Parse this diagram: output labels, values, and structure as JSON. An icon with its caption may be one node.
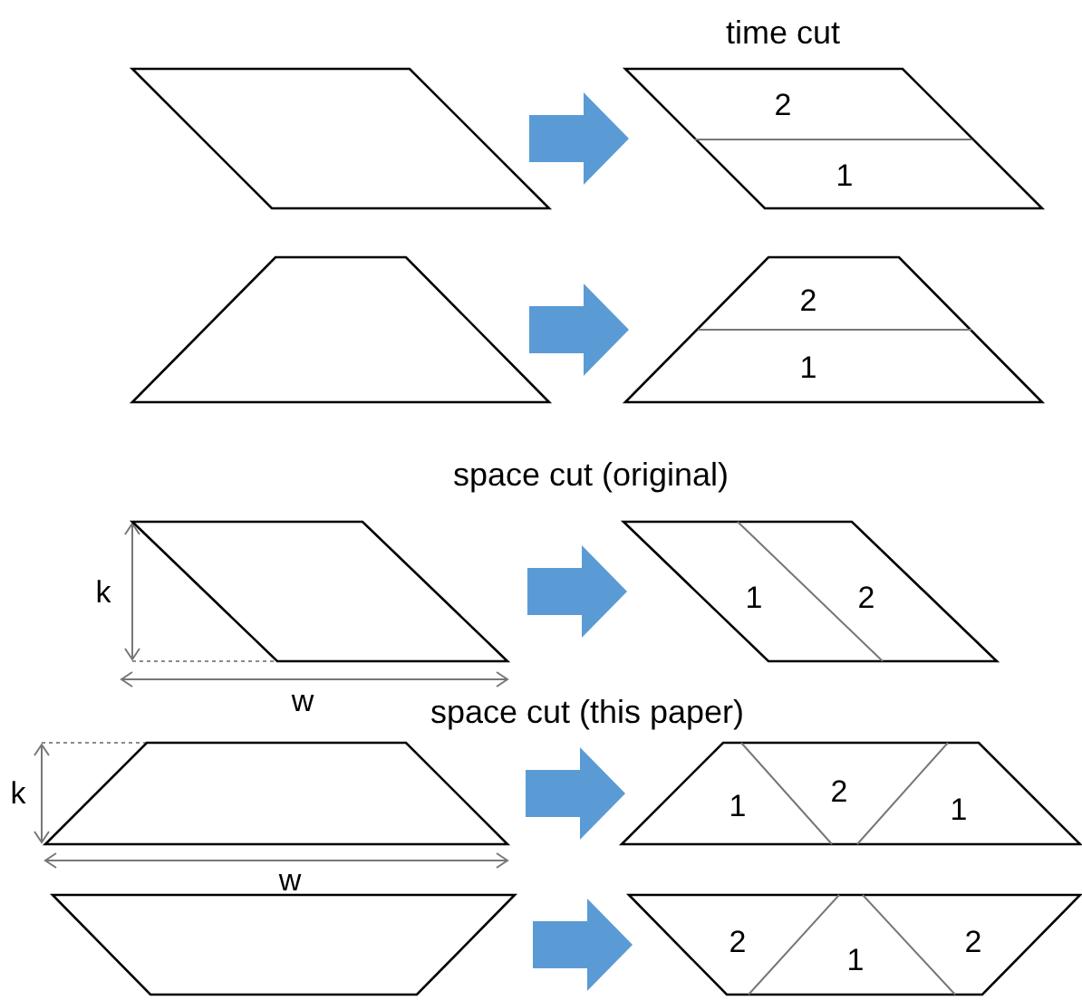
{
  "diagram": {
    "nodes": [
      {
        "text": [],
        "shape": "parallelogram"
      },
      {
        "text": [
          "2",
          "1"
        ]
      },
      {
        "text": [],
        "shape": "trapezoid"
      },
      {
        "text": [
          "2",
          "1"
        ]
      },
      {
        "text": [],
        "shape": "parallelogram"
      },
      {
        "text": [
          "1",
          "2"
        ]
      },
      {
        "text": [],
        "shape": "trapezoid"
      },
      {
        "text": [
          "1",
          "2",
          "1"
        ]
      },
      {
        "text": [],
        "shape": "trapezoid"
      },
      {
        "text": [
          "2",
          "1",
          "2"
        ]
      }
    ],
    "edges": [
      {
        "from": 0,
        "to": 1,
        "arrow": "to"
      },
      {
        "from": 2,
        "to": 3,
        "arrow": "to"
      },
      {
        "from": 4,
        "to": 5,
        "arrow": "to"
      },
      {
        "from": 6,
        "to": 7,
        "arrow": "to"
      },
      {
        "from": 8,
        "to": 9,
        "arrow": "to"
      }
    ],
    "labels": [
      "time cut",
      "space cut (original)",
      "k",
      "w",
      "space cut (this paper)",
      "k",
      "w"
    ]
  }
}
